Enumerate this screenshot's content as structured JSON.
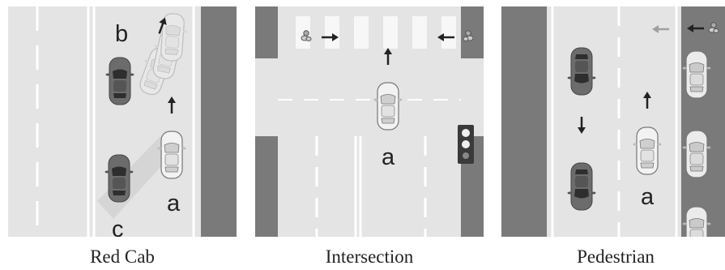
{
  "panels": [
    {
      "caption": "Red Cab",
      "labels": {
        "b": "b",
        "a": "a",
        "c": "c"
      }
    },
    {
      "caption": "Intersection",
      "labels": {
        "a": "a"
      }
    },
    {
      "caption": "Pedestrian",
      "labels": {
        "a": "a"
      }
    }
  ],
  "colors": {
    "road": "#e4e4e4",
    "shoulder": "#7a7a7a",
    "dark_car": "#6e6e6e",
    "light_car": "#eeeeee",
    "arrow": "#222222"
  }
}
